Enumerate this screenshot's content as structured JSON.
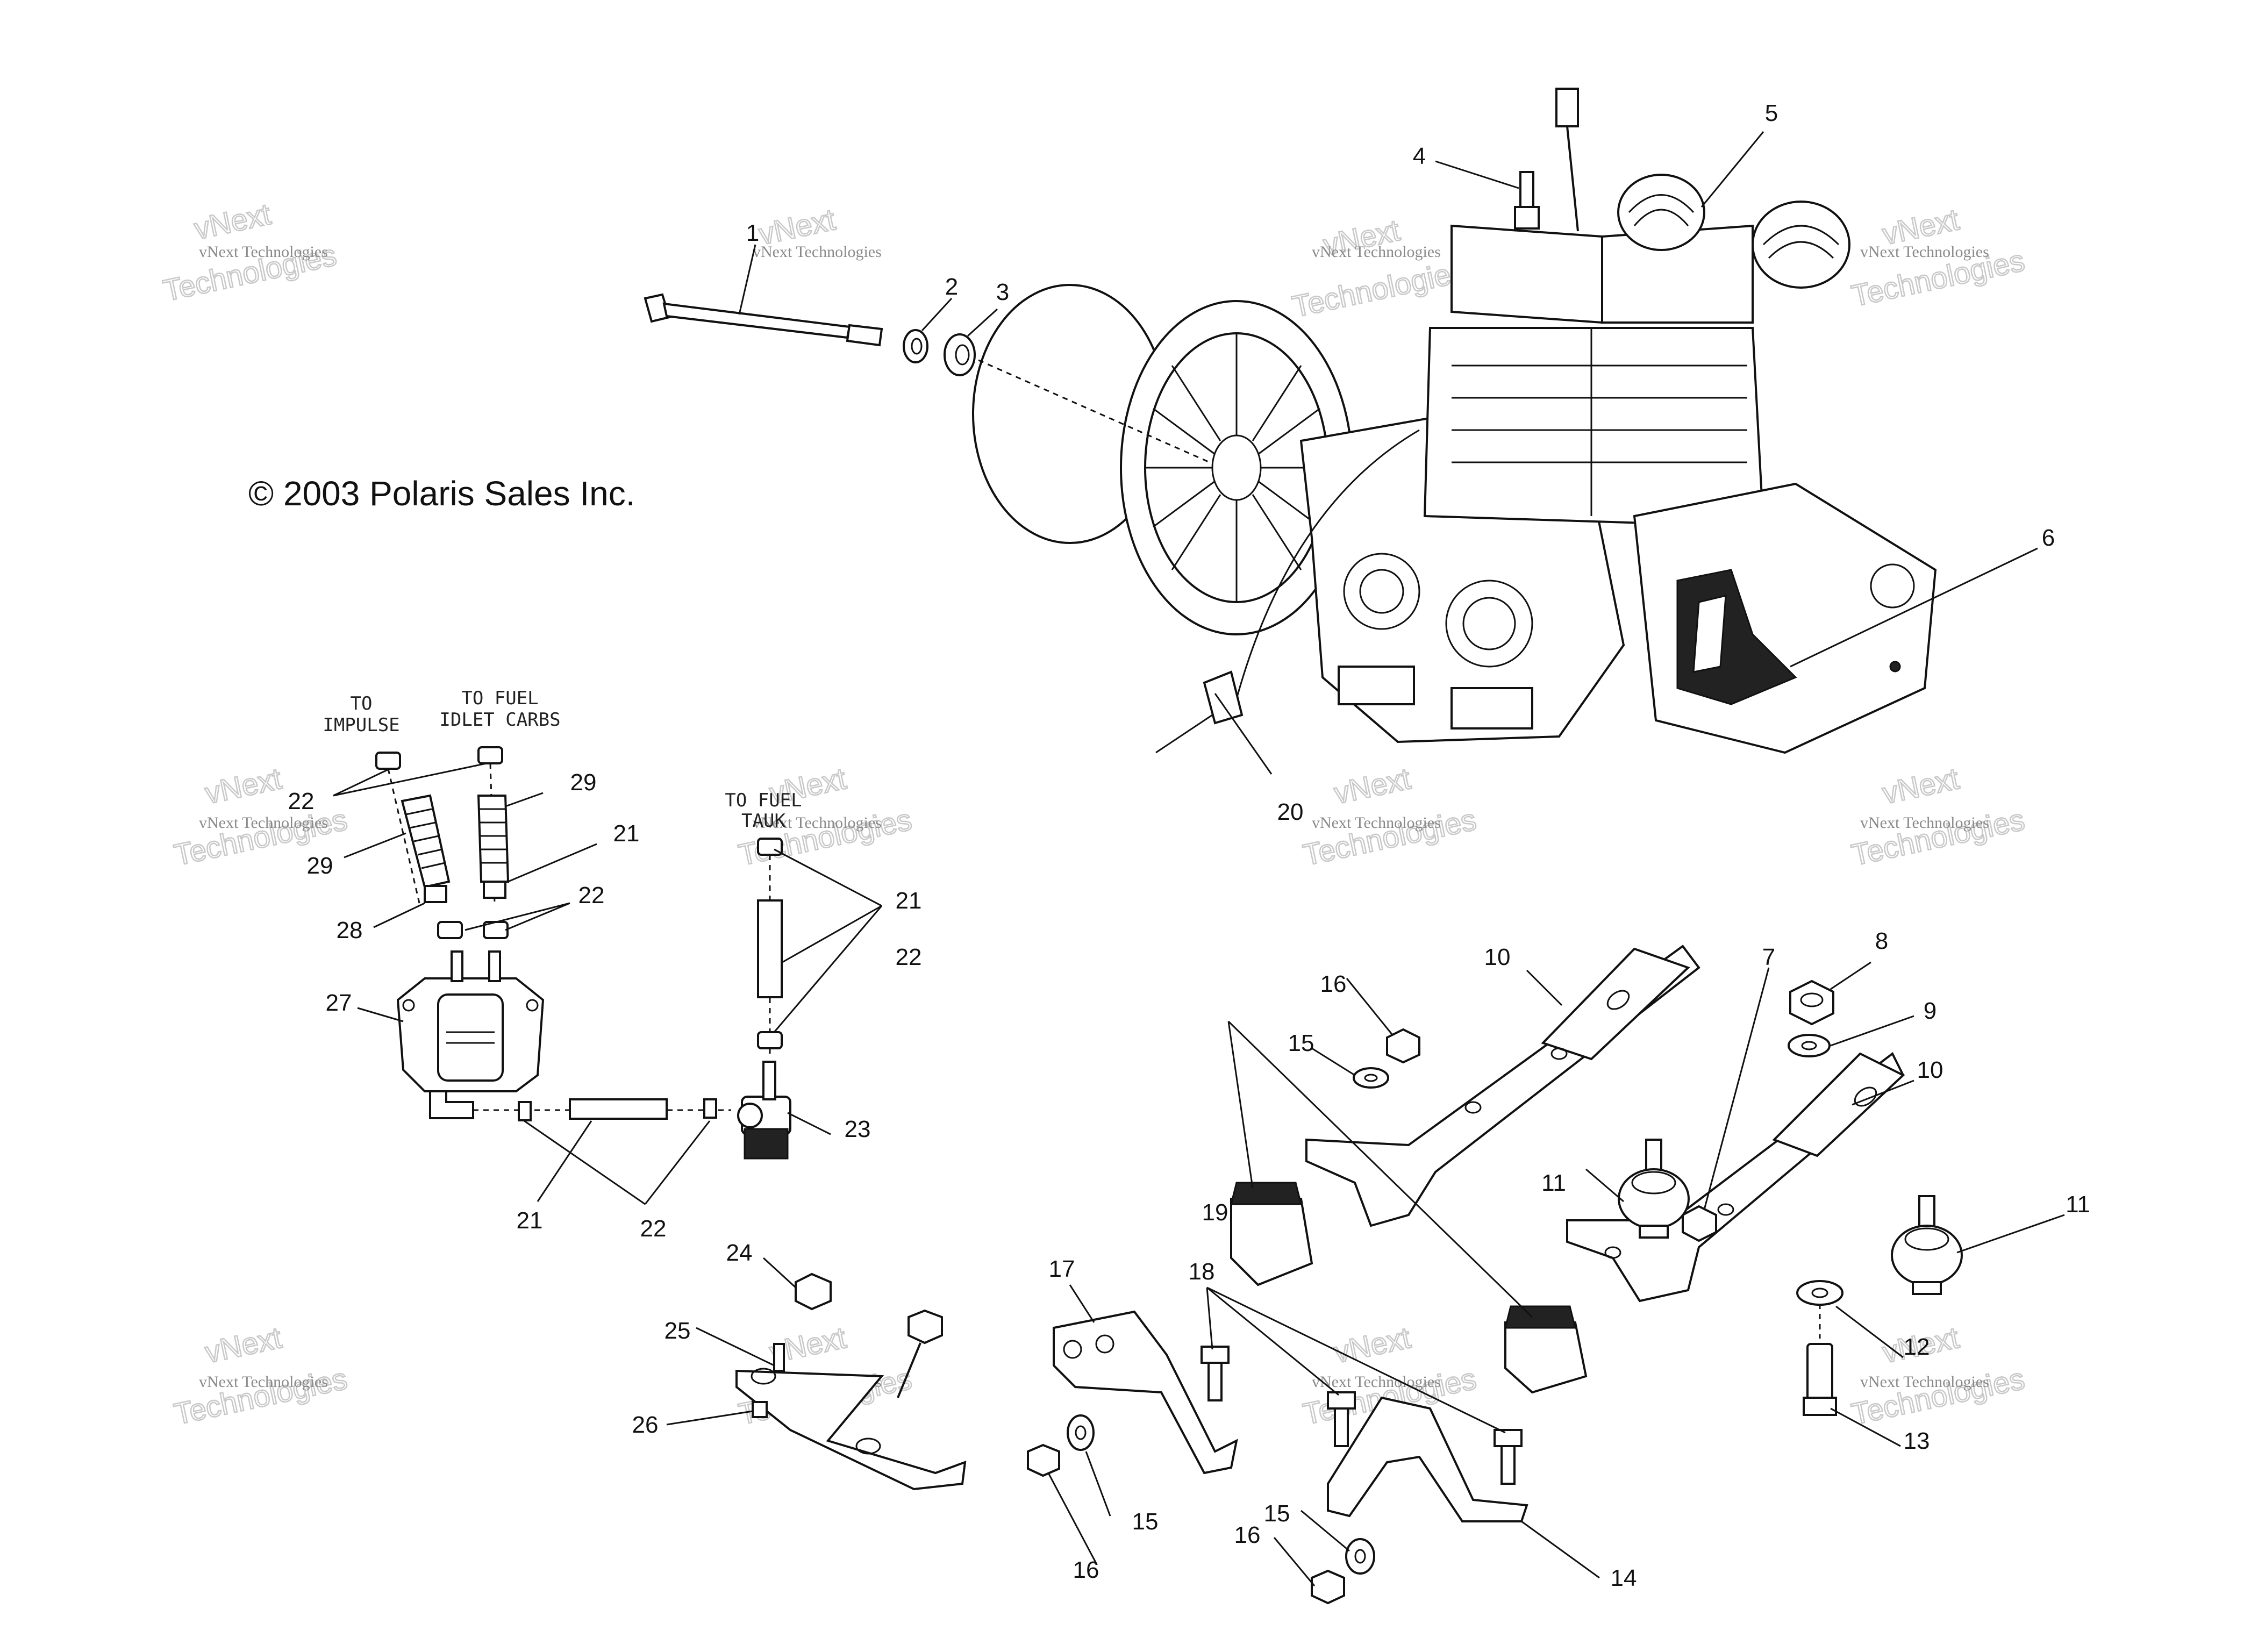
{
  "copyright": "© 2003 Polaris Sales Inc.",
  "watermark": {
    "line1": "vNext Technologies",
    "line2": "vNext",
    "line3": "Technologies"
  },
  "notes": {
    "to_impulse_1": "TO",
    "to_impulse_2": "IMPULSE",
    "to_fuel_carbs_1": "TO FUEL",
    "to_fuel_carbs_2": "IDLET CARBS",
    "to_fuel_tank_1": "TO FUEL",
    "to_fuel_tank_2": "TAUK"
  },
  "callouts": {
    "c1": "1",
    "c2": "2",
    "c3": "3",
    "c4": "4",
    "c5": "5",
    "c6": "6",
    "c7": "7",
    "c8": "8",
    "c9": "9",
    "c10a": "10",
    "c10b": "10",
    "c11a": "11",
    "c11b": "11",
    "c12": "12",
    "c13": "13",
    "c14": "14",
    "c15a": "15",
    "c15b": "15",
    "c15c": "15",
    "c16a": "16",
    "c16b": "16",
    "c16c": "16",
    "c17": "17",
    "c18": "18",
    "c19": "19",
    "c20": "20",
    "c21a": "21",
    "c21b": "21",
    "c21c": "21",
    "c22a": "22",
    "c22b": "22",
    "c22c": "22",
    "c22d": "22",
    "c23": "23",
    "c24": "24",
    "c25": "25",
    "c26": "26",
    "c27": "27",
    "c28": "28",
    "c29a": "29",
    "c29b": "29"
  },
  "colors": {
    "line": "#111111",
    "watermark": "#c9c9c9",
    "background": "#ffffff"
  }
}
